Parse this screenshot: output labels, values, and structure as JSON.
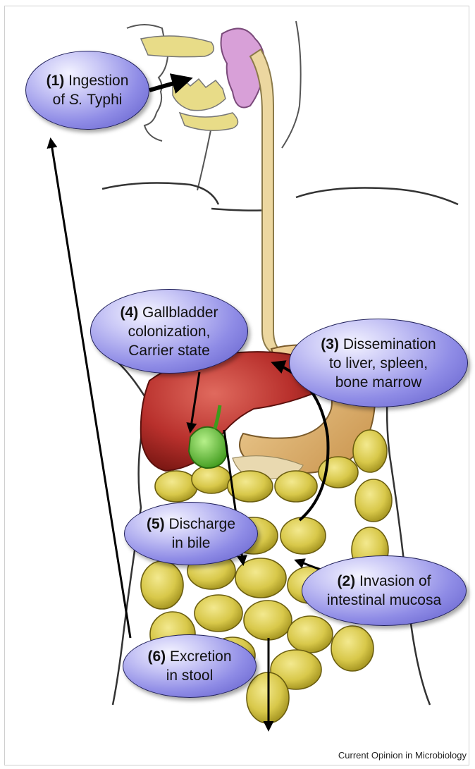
{
  "steps": [
    {
      "num": "(1)",
      "line1": "Ingestion",
      "line2_pre": "of ",
      "line2_italic": "S.",
      "line2_post": " Typhi"
    },
    {
      "num": "(2)",
      "line1": "Invasion of",
      "line2": "intestinal mucosa"
    },
    {
      "num": "(3)",
      "line1": "Dissemination",
      "line2": "to liver, spleen,",
      "line3": "bone marrow"
    },
    {
      "num": "(4)",
      "line1": "Gallbladder",
      "line2": "colonization,",
      "line3": "Carrier state"
    },
    {
      "num": "(5)",
      "line1": "Discharge",
      "line2": "in bile"
    },
    {
      "num": "(6)",
      "line1": "Excretion",
      "line2": "in stool"
    }
  ],
  "credit": "Current Opinion in Microbiology",
  "colors": {
    "bubble": "#8f8ce6",
    "liver": "#b8302c",
    "intestine": "#d8c84a",
    "gallbladder": "#6cc23a",
    "stomach": "#e2b56a",
    "esophagus": "#ecd7a0",
    "brain_nasal": "#d8a0d8",
    "arrow": "#000000"
  }
}
